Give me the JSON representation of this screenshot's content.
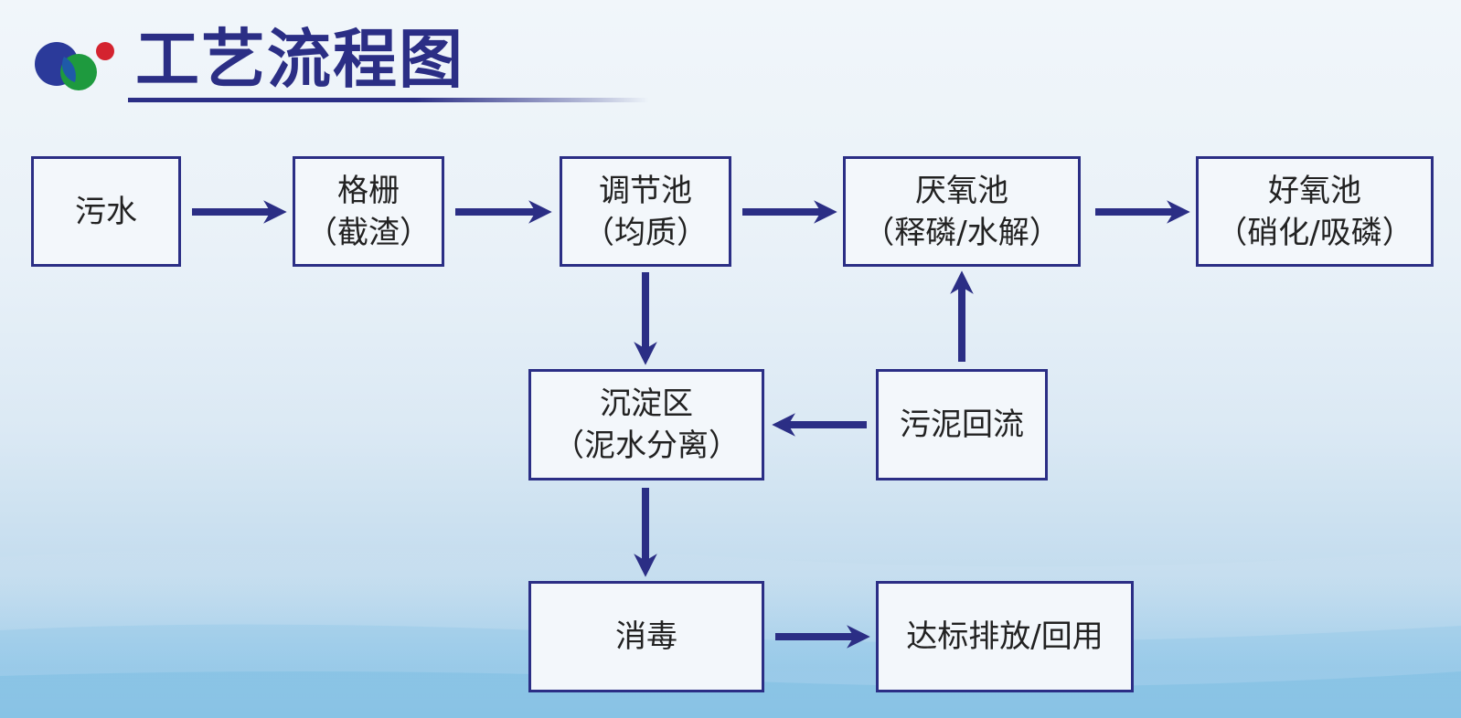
{
  "title": "工艺流程图",
  "colors": {
    "primary": "#2b2e85",
    "logo_blue": "#2b3a9a",
    "logo_green": "#1e9a3e",
    "logo_red": "#d4232f"
  },
  "nodes": {
    "sewage": {
      "line1": "污水"
    },
    "grille": {
      "line1": "格栅",
      "line2": "（截渣）"
    },
    "equalization": {
      "line1": "调节池",
      "line2": "（均质）"
    },
    "anaerobic": {
      "line1": "厌氧池",
      "line2": "（释磷/水解）"
    },
    "aerobic": {
      "line1": "好氧池",
      "line2": "（硝化/吸磷）"
    },
    "sedimentation": {
      "line1": "沉淀区",
      "line2": "（泥水分离）"
    },
    "sludge_return": {
      "line1": "污泥回流"
    },
    "disinfection": {
      "line1": "消毒"
    },
    "discharge": {
      "line1": "达标排放/回用"
    }
  }
}
